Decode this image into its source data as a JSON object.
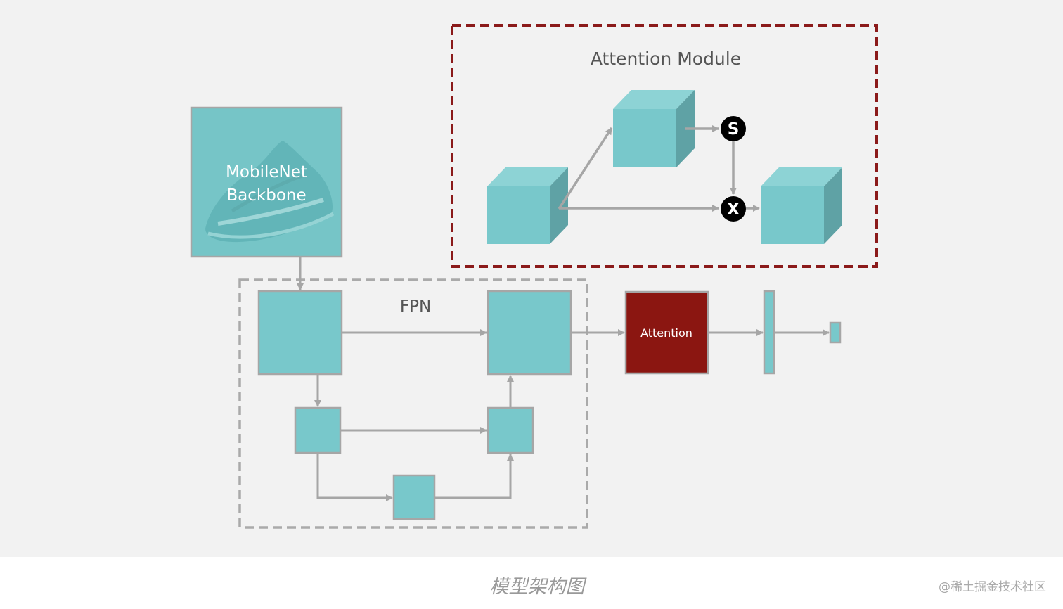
{
  "diagram": {
    "attention_module_title": "Attention Module",
    "op_s": "S",
    "op_x": "X",
    "backbone_line1": "MobileNet",
    "backbone_line2": "Backbone",
    "fpn_label": "FPN",
    "attention_block_label": "Attention"
  },
  "caption": "模型架构图",
  "watermark": "@稀土掘金技术社区",
  "colors": {
    "teal": "#78c8cb",
    "teal_side": "#5fa2a5",
    "teal_top": "#8dd3d5",
    "attention_red": "#8b1611",
    "arrow_gray": "#a6a6a6",
    "dash_red": "#8b1a1a",
    "dash_gray": "#aaaaaa"
  },
  "icons": {
    "backbone_image": "sneaker-photo"
  }
}
